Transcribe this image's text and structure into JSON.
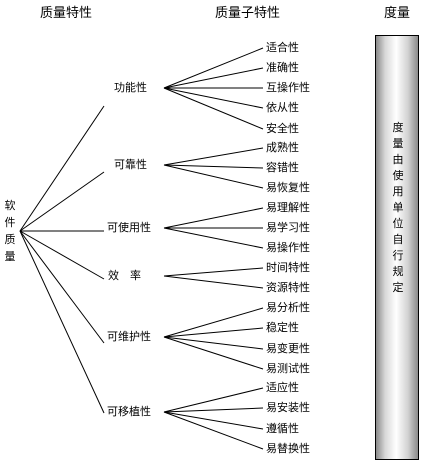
{
  "headers": {
    "col1": "质量特性",
    "col2": "质量子特性",
    "col3": "度量"
  },
  "root": {
    "label": "软件质量",
    "chars": [
      "软",
      "件",
      "质",
      "量"
    ]
  },
  "characteristics": [
    {
      "label": "功能性",
      "subs": [
        "适合性",
        "准确性",
        "互操作性",
        "依从性",
        "安全性"
      ]
    },
    {
      "label": "可靠性",
      "subs": [
        "成熟性",
        "容错性",
        "易恢复性"
      ]
    },
    {
      "label": "可使用性",
      "subs": [
        "易理解性",
        "易学习性",
        "易操作性"
      ]
    },
    {
      "label": "效　率",
      "subs": [
        "时间特性",
        "资源特性"
      ]
    },
    {
      "label": "可维护性",
      "subs": [
        "易分析性",
        "稳定性",
        "易变更性",
        "易测试性"
      ]
    },
    {
      "label": "可移植性",
      "subs": [
        "适应性",
        "易安装性",
        "遵循性",
        "易替换性"
      ]
    }
  ],
  "measure": {
    "text": "度量由使用单位自行规定",
    "chars": [
      "度",
      "量",
      "由",
      "使",
      "用",
      "单",
      "位",
      "自",
      "行",
      "规",
      "定"
    ]
  }
}
